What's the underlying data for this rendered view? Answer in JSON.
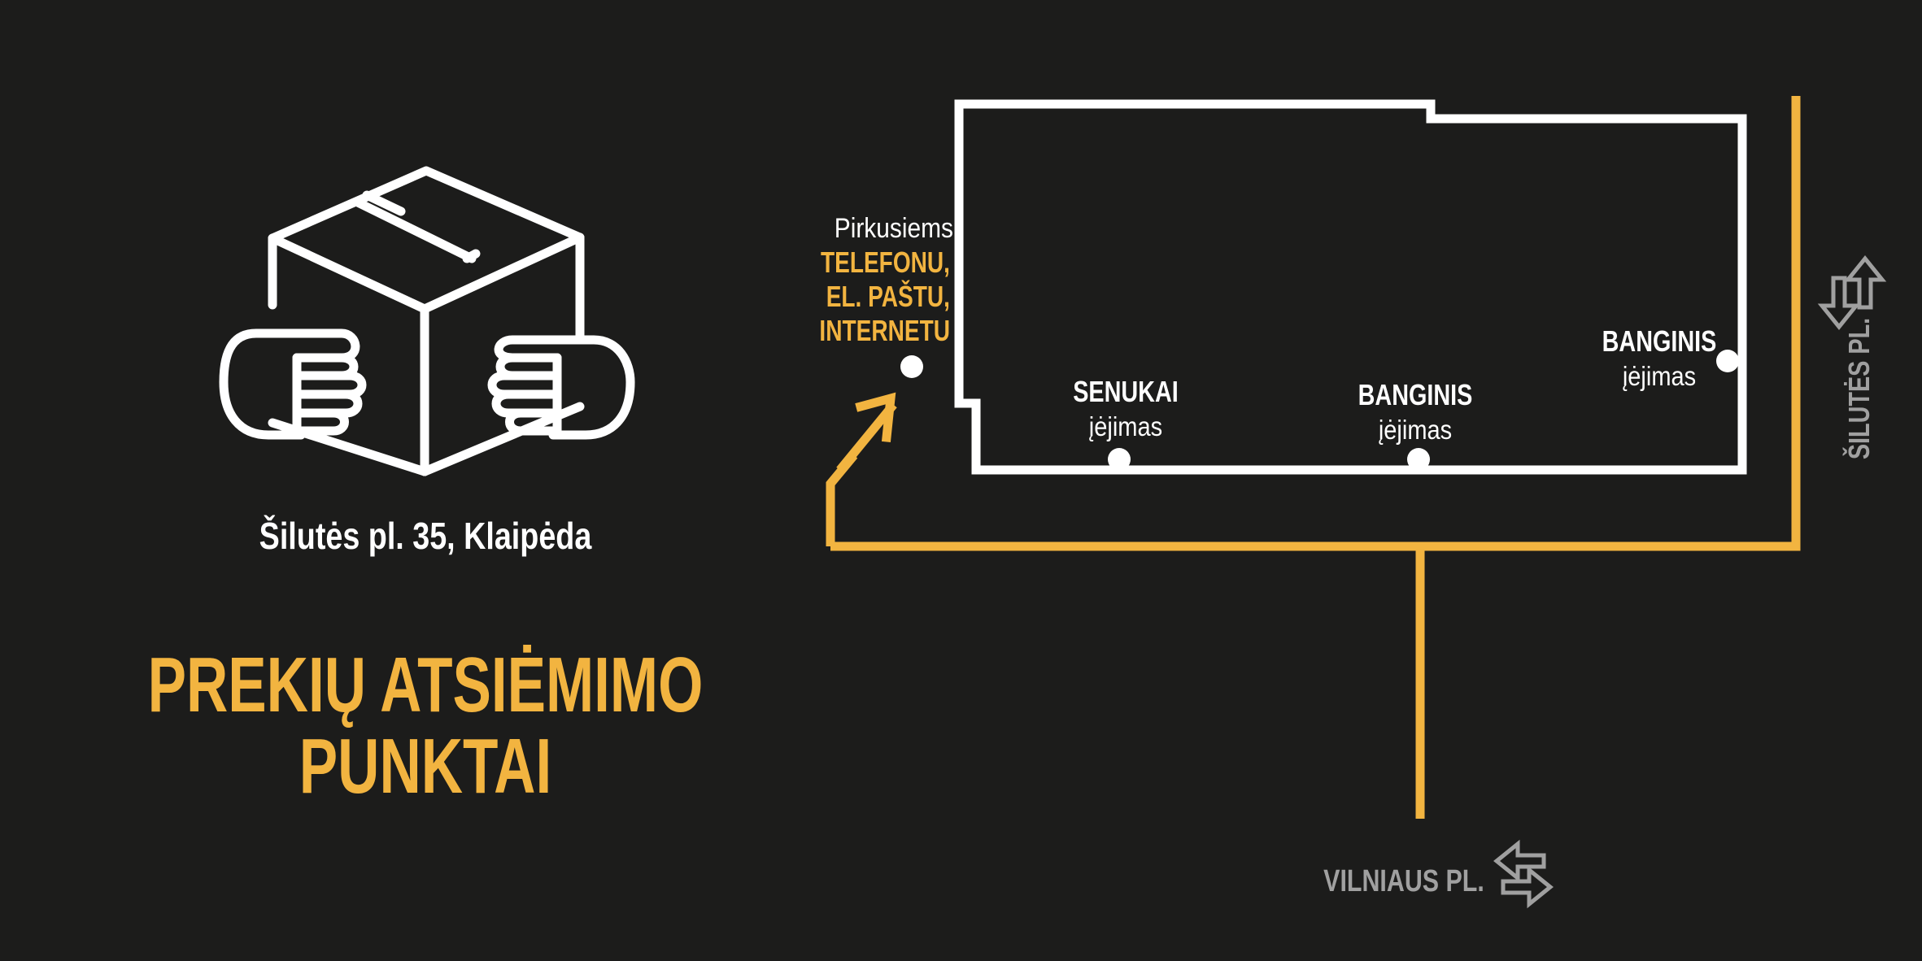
{
  "colors": {
    "background": "#1c1c1b",
    "accent": "#f2b440",
    "outline": "#ffffff",
    "street_label": "#a0a0a0"
  },
  "icons": {
    "package": "box-in-hands-icon",
    "street_arrows_vertical": "two-way-arrows-vertical-icon",
    "street_arrows_horizontal": "two-way-arrows-horizontal-icon",
    "direction_arrow": "arrow-up-right-icon"
  },
  "address": "Šilutės pl. 35, Klaipėda",
  "title": {
    "line1": "PREKIŲ ATSIĖMIMO",
    "line2": "PUNKTAI"
  },
  "pickup_label": {
    "prefix": "Pirkusiems",
    "line1": "TELEFONU,",
    "line2": "EL. PAŠTU,",
    "line3": "INTERNETU"
  },
  "entrances": [
    {
      "name": "SENUKAI",
      "label": "įėjimas"
    },
    {
      "name": "BANGINIS",
      "label": "įėjimas"
    },
    {
      "name": "BANGINIS",
      "label": "įėjimas"
    }
  ],
  "streets": {
    "vertical": "ŠILUTĖS PL.",
    "horizontal": "VILNIAUS PL."
  }
}
